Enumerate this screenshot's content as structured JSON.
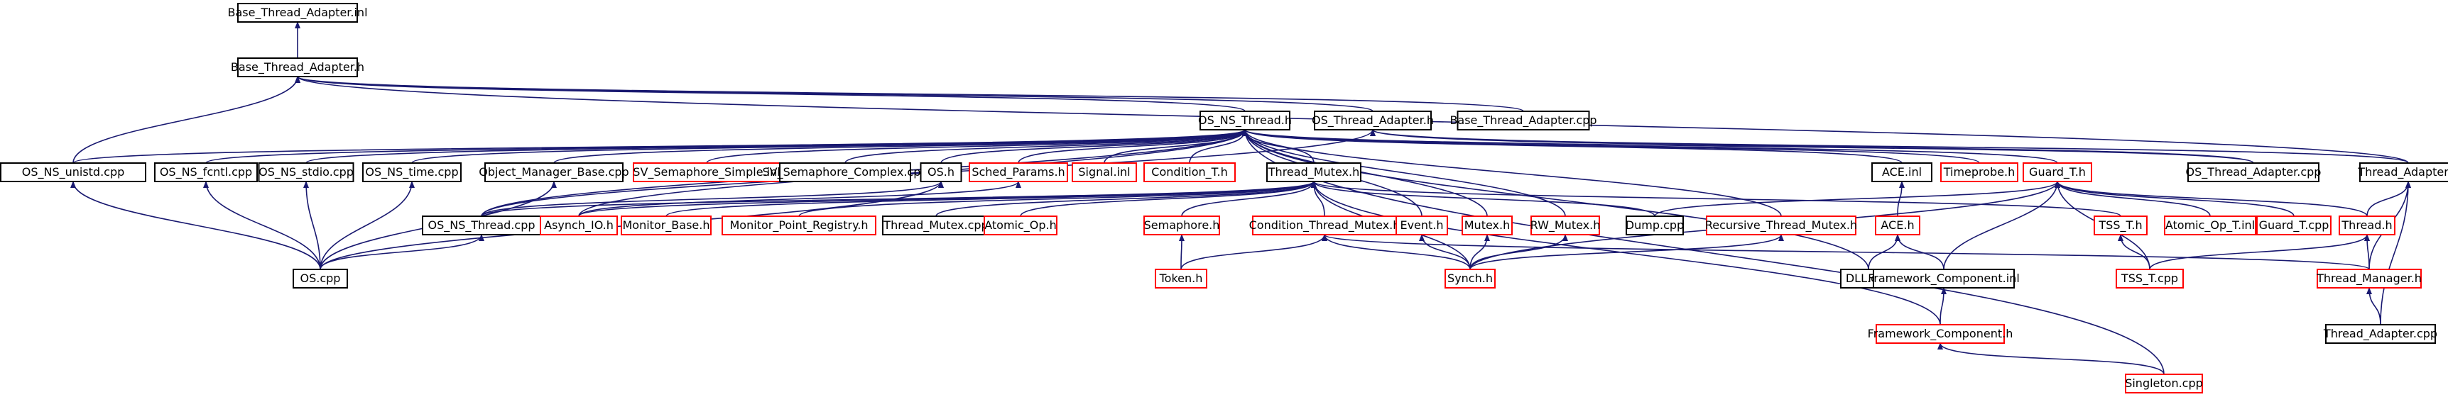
{
  "colors": {
    "edge": "#191970",
    "border_red": "#ff0000",
    "border_black": "#000000",
    "root_fill": "#c0c0c0"
  },
  "nodes": [
    {
      "id": "root",
      "label": "Base_Thread_Adapter.inl",
      "border": "black",
      "root": true
    },
    {
      "id": "bta_h",
      "label": "Base_Thread_Adapter.h",
      "border": "black"
    },
    {
      "id": "osnst_h",
      "label": "OS_NS_Thread.h",
      "border": "black"
    },
    {
      "id": "osta_h",
      "label": "OS_Thread_Adapter.h",
      "border": "black"
    },
    {
      "id": "bta_cpp",
      "label": "Base_Thread_Adapter.cpp",
      "border": "black"
    },
    {
      "id": "unistd",
      "label": "OS_NS_unistd.cpp",
      "border": "black"
    },
    {
      "id": "fcntl",
      "label": "OS_NS_fcntl.cpp",
      "border": "black"
    },
    {
      "id": "stdio",
      "label": "OS_NS_stdio.cpp",
      "border": "black"
    },
    {
      "id": "time",
      "label": "OS_NS_time.cpp",
      "border": "black"
    },
    {
      "id": "omb",
      "label": "Object_Manager_Base.cpp",
      "border": "black"
    },
    {
      "id": "svss",
      "label": "SV_Semaphore_Simple.inl",
      "border": "red"
    },
    {
      "id": "svsc",
      "label": "SV_Semaphore_Complex.cpp",
      "border": "black"
    },
    {
      "id": "os_h",
      "label": "OS.h",
      "border": "black"
    },
    {
      "id": "sched",
      "label": "Sched_Params.h",
      "border": "red"
    },
    {
      "id": "signal",
      "label": "Signal.inl",
      "border": "red"
    },
    {
      "id": "cond_t",
      "label": "Condition_T.h",
      "border": "red"
    },
    {
      "id": "tm_h",
      "label": "Thread_Mutex.h",
      "border": "black"
    },
    {
      "id": "ace_inl",
      "label": "ACE.inl",
      "border": "black"
    },
    {
      "id": "timeprobe",
      "label": "Timeprobe.h",
      "border": "red"
    },
    {
      "id": "guard_h",
      "label": "Guard_T.h",
      "border": "red"
    },
    {
      "id": "osta_cpp",
      "label": "OS_Thread_Adapter.cpp",
      "border": "black"
    },
    {
      "id": "ta_h",
      "label": "Thread_Adapter.h",
      "border": "black"
    },
    {
      "id": "osnst_cpp",
      "label": "OS_NS_Thread.cpp",
      "border": "black"
    },
    {
      "id": "asynch",
      "label": "Asynch_IO.h",
      "border": "red"
    },
    {
      "id": "monitor",
      "label": "Monitor_Base.h",
      "border": "red"
    },
    {
      "id": "mpr",
      "label": "Monitor_Point_Registry.h",
      "border": "red"
    },
    {
      "id": "tm_cpp",
      "label": "Thread_Mutex.cpp",
      "border": "black"
    },
    {
      "id": "atomic_h",
      "label": "Atomic_Op.h",
      "border": "red"
    },
    {
      "id": "sema",
      "label": "Semaphore.h",
      "border": "red"
    },
    {
      "id": "ctm",
      "label": "Condition_Thread_Mutex.h",
      "border": "red"
    },
    {
      "id": "event",
      "label": "Event.h",
      "border": "red"
    },
    {
      "id": "mutex",
      "label": "Mutex.h",
      "border": "red"
    },
    {
      "id": "rwm",
      "label": "RW_Mutex.h",
      "border": "red"
    },
    {
      "id": "dump",
      "label": "Dump.cpp",
      "border": "black"
    },
    {
      "id": "rtm",
      "label": "Recursive_Thread_Mutex.h",
      "border": "red"
    },
    {
      "id": "ace_h",
      "label": "ACE.h",
      "border": "red"
    },
    {
      "id": "tss_h",
      "label": "TSS_T.h",
      "border": "red"
    },
    {
      "id": "atomic_inl",
      "label": "Atomic_Op_T.inl",
      "border": "red"
    },
    {
      "id": "guard_cpp",
      "label": "Guard_T.cpp",
      "border": "red"
    },
    {
      "id": "thread_h",
      "label": "Thread.h",
      "border": "red"
    },
    {
      "id": "os_cpp",
      "label": "OS.cpp",
      "border": "black"
    },
    {
      "id": "token",
      "label": "Token.h",
      "border": "red"
    },
    {
      "id": "synch",
      "label": "Synch.h",
      "border": "red"
    },
    {
      "id": "dll",
      "label": "DLL.cpp",
      "border": "black"
    },
    {
      "id": "fci",
      "label": "Framework_Component.inl",
      "border": "black"
    },
    {
      "id": "tss_cpp",
      "label": "TSS_T.cpp",
      "border": "red"
    },
    {
      "id": "tman",
      "label": "Thread_Manager.h",
      "border": "red"
    },
    {
      "id": "fch",
      "label": "Framework_Component.h",
      "border": "red"
    },
    {
      "id": "ta_cpp",
      "label": "Thread_Adapter.cpp",
      "border": "black"
    },
    {
      "id": "singleton",
      "label": "Singleton.cpp",
      "border": "red"
    }
  ],
  "edges": [
    [
      "bta_h",
      "root"
    ],
    [
      "osnst_h",
      "bta_h"
    ],
    [
      "osta_h",
      "bta_h"
    ],
    [
      "bta_cpp",
      "bta_h"
    ],
    [
      "unistd",
      "bta_h"
    ],
    [
      "ta_h",
      "bta_h"
    ],
    [
      "unistd",
      "osnst_h"
    ],
    [
      "fcntl",
      "osnst_h"
    ],
    [
      "stdio",
      "osnst_h"
    ],
    [
      "time",
      "osnst_h"
    ],
    [
      "omb",
      "osnst_h"
    ],
    [
      "svss",
      "osnst_h"
    ],
    [
      "svsc",
      "osnst_h"
    ],
    [
      "os_h",
      "osnst_h"
    ],
    [
      "sched",
      "osnst_h"
    ],
    [
      "signal",
      "osnst_h"
    ],
    [
      "cond_t",
      "osnst_h"
    ],
    [
      "tm_h",
      "osnst_h"
    ],
    [
      "ace_inl",
      "osnst_h"
    ],
    [
      "timeprobe",
      "osnst_h"
    ],
    [
      "guard_h",
      "osnst_h"
    ],
    [
      "osta_cpp",
      "osnst_h"
    ],
    [
      "osnst_cpp",
      "osnst_h"
    ],
    [
      "asynch",
      "osnst_h"
    ],
    [
      "event",
      "osnst_h"
    ],
    [
      "mutex",
      "osnst_h"
    ],
    [
      "rwm",
      "osnst_h"
    ],
    [
      "rtm",
      "osnst_h"
    ],
    [
      "dll",
      "osnst_h"
    ],
    [
      "singleton",
      "osnst_h"
    ],
    [
      "osnst_cpp",
      "osta_h"
    ],
    [
      "osta_cpp",
      "osta_h"
    ],
    [
      "ta_h",
      "osta_h"
    ],
    [
      "os_cpp",
      "unistd"
    ],
    [
      "os_cpp",
      "fcntl"
    ],
    [
      "os_cpp",
      "stdio"
    ],
    [
      "os_cpp",
      "time"
    ],
    [
      "os_cpp",
      "omb"
    ],
    [
      "os_cpp",
      "os_h"
    ],
    [
      "os_cpp",
      "osnst_cpp"
    ],
    [
      "osnst_cpp",
      "os_h"
    ],
    [
      "asynch",
      "sched"
    ],
    [
      "osnst_cpp",
      "tm_h"
    ],
    [
      "asynch",
      "tm_h"
    ],
    [
      "monitor",
      "tm_h"
    ],
    [
      "mpr",
      "tm_h"
    ],
    [
      "tm_cpp",
      "tm_h"
    ],
    [
      "atomic_h",
      "tm_h"
    ],
    [
      "sema",
      "tm_h"
    ],
    [
      "ctm",
      "tm_h"
    ],
    [
      "synch",
      "tm_h"
    ],
    [
      "dump",
      "tm_h"
    ],
    [
      "tss_h",
      "tm_h"
    ],
    [
      "fch",
      "tm_h"
    ],
    [
      "token",
      "sema"
    ],
    [
      "token",
      "ctm"
    ],
    [
      "synch",
      "ctm"
    ],
    [
      "synch",
      "event"
    ],
    [
      "synch",
      "mutex"
    ],
    [
      "synch",
      "rwm"
    ],
    [
      "synch",
      "rtm"
    ],
    [
      "dump",
      "guard_h"
    ],
    [
      "synch",
      "guard_h"
    ],
    [
      "atomic_inl",
      "guard_h"
    ],
    [
      "guard_cpp",
      "guard_h"
    ],
    [
      "thread_h",
      "guard_h"
    ],
    [
      "fci",
      "guard_h"
    ],
    [
      "tss_cpp",
      "guard_h"
    ],
    [
      "ace_h",
      "ace_inl"
    ],
    [
      "dll",
      "ace_h"
    ],
    [
      "fci",
      "ace_h"
    ],
    [
      "tss_cpp",
      "tss_h"
    ],
    [
      "tman",
      "ctm"
    ],
    [
      "tss_cpp",
      "thread_h"
    ],
    [
      "tman",
      "thread_h"
    ],
    [
      "tman",
      "ta_h"
    ],
    [
      "thread_h",
      "ta_h"
    ],
    [
      "ta_cpp",
      "ta_h"
    ],
    [
      "ta_cpp",
      "tman"
    ],
    [
      "fch",
      "fci"
    ],
    [
      "singleton",
      "fch"
    ]
  ]
}
